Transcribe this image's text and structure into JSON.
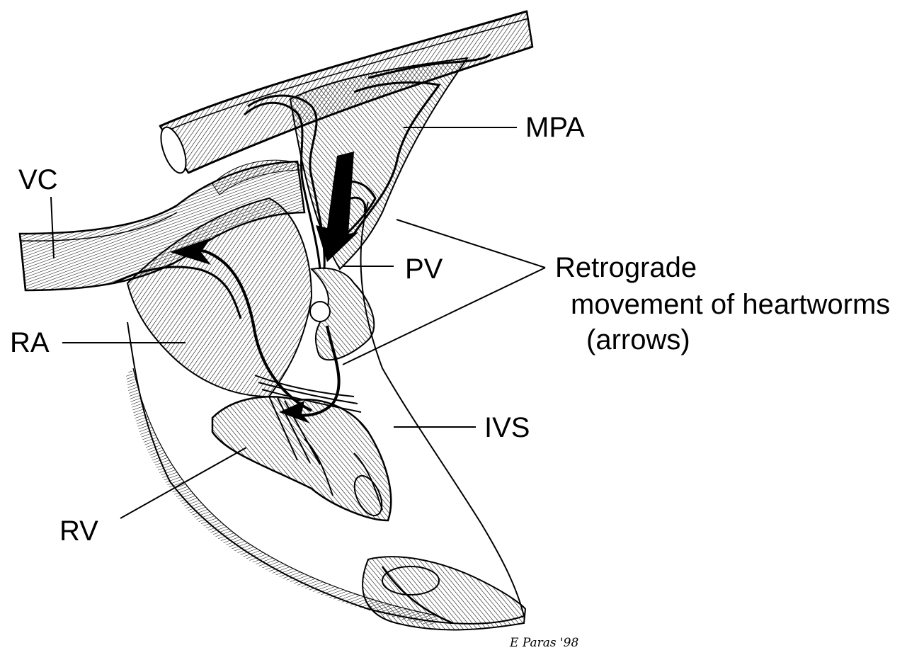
{
  "labels": {
    "mpa": "MPA",
    "vc": "VC",
    "pv": "PV",
    "ra": "RA",
    "ivs": "IVS",
    "rv": "RV",
    "retrograde": {
      "line1": "Retrograde",
      "line2": "movement of heartworms",
      "line3": "(arrows)"
    }
  },
  "artist_signature": "E Paras '98",
  "colors": {
    "ink": "#000000",
    "paper": "#ffffff"
  }
}
